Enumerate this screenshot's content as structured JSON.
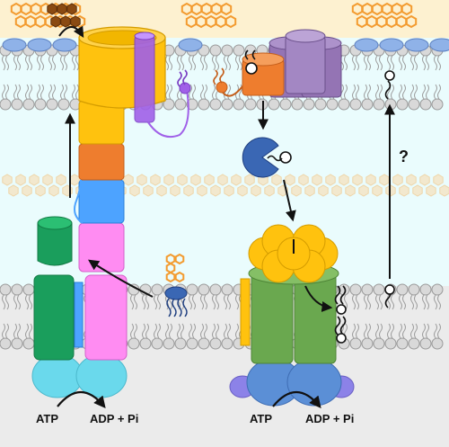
{
  "labels": {
    "atp_left": "ATP",
    "adp_left": "ADP + Pi",
    "atp_right": "ATP",
    "adp_right": "ADP + Pi",
    "question": "?"
  },
  "colors": {
    "outer_band": "#fdf1d0",
    "periplasm": "#eafcfd",
    "cytoplasm": "#ebebeb",
    "lps_hexagon": "#f39b2f",
    "lipid_head": "#d9d9d9",
    "bam_yellow": "#ffc20e",
    "lpt_orange": "#ee7d2e",
    "lpt_blue": "#4da3ff",
    "lpt_pink": "#ff8cf2",
    "lpt_green": "#1a9e5c",
    "atpase_cyan": "#6ad9ec",
    "bam_purple": "#9474b4",
    "lola_blue": "#3a67b4",
    "lold_green": "#6aa84f",
    "loldf_blue": "#5b8fd6"
  }
}
